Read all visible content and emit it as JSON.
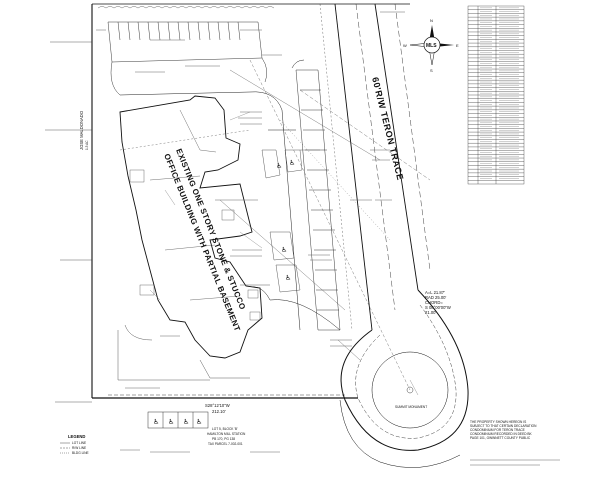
{
  "road": {
    "name": "60'R/W TERON TRACE"
  },
  "building": {
    "line1": "EXISTING ONE STORY STONE & STUCCO",
    "line2": "OFFICE BUILDING WITH PARTIAL BASEMENT"
  },
  "north_arrow": {
    "label": "MLS",
    "n": "N",
    "s": "S",
    "e": "E",
    "w": "W"
  },
  "curve_note": {
    "line1": "A=L 21.87'",
    "line2": "RAD 25.00'",
    "line3": "CHORD=",
    "line4": "S 08°00'00\"W",
    "line5": "21.00'"
  },
  "bottom_center": {
    "line1": "S28°12'10\"W",
    "line2": "212.10'",
    "line3": "LOT 5, BLOCK 'B'",
    "line4": "HAMILTON MILL STATION",
    "line5": "PB 170, PG 138",
    "line6": "TAX PARCEL 7-002-001"
  },
  "note": {
    "line1": "THE PROPERTY SHOWN HEREON IS",
    "line2": "SUBJECT TO THAT CERTAIN DECLARATION",
    "line3": "CONDOMINIUM FOR TERON TRACE",
    "line4": "CONDOMINIUM RECORDED IN DEED BK",
    "line5": "PAGE 101, GWINNETT COUNTY PUBLIC"
  },
  "left_adjoiner": {
    "line1": "JOSE MALDONADO",
    "line2": "1.3 AC"
  },
  "legend": {
    "title": "LEGEND",
    "items": [
      "LOT LINE",
      "R/W LINE",
      "BLDG LINE"
    ]
  },
  "cul_de_sac": {
    "label": "SUMMIT MONUMENT"
  },
  "coord_table": {
    "rows": 48
  },
  "colors": {
    "ink": "#111111",
    "paper": "#ffffff"
  }
}
